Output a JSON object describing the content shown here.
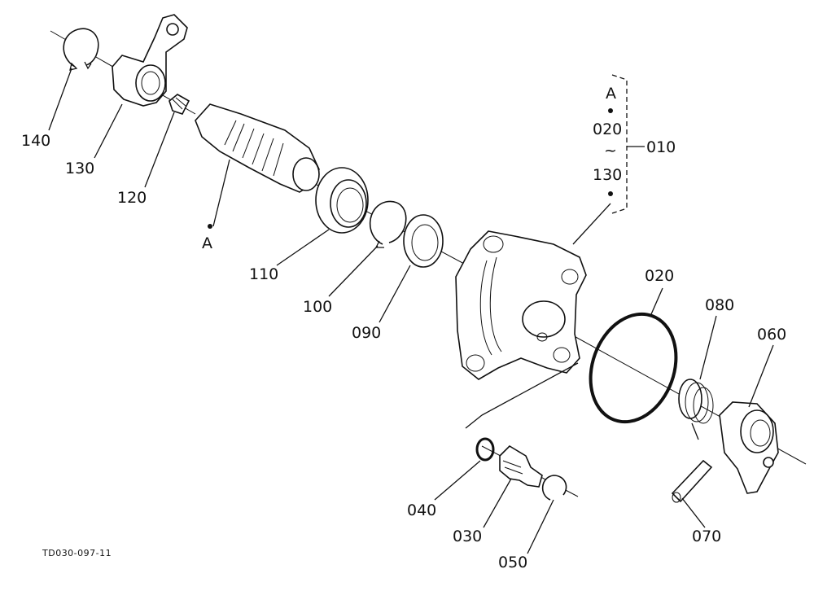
{
  "diagram": {
    "part_labels": {
      "p140": "140",
      "p130": "130",
      "p120": "120",
      "p110": "110",
      "p100": "100",
      "p090": "090",
      "p020": "020",
      "p080": "080",
      "p060": "060",
      "p040": "040",
      "p030": "030",
      "p050": "050",
      "p070": "070"
    },
    "marker": "A",
    "assembly_note": {
      "marker": "A",
      "range_start": "020",
      "range_sep": "~",
      "range_end": "130",
      "assembly_number": "010"
    },
    "reference_code": "TD030-097-11"
  }
}
